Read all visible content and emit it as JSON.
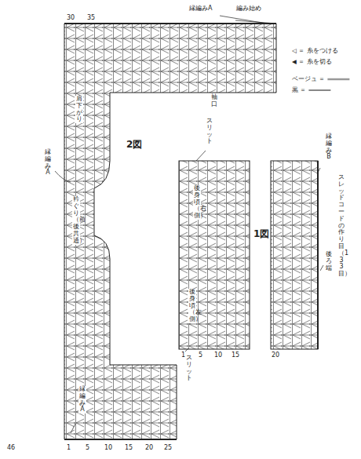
{
  "diagram": {
    "labels": [
      "46",
      "2図",
      "1図",
      "後身頃（右側）",
      "後身頃（左側）",
      "衿ぐり（前後共通）",
      "肩下がり",
      "袖口",
      "縁編みA",
      "縁編みA",
      "縁編みB",
      "スリット",
      "スリット",
      "後ろ端",
      "スレッドコードの作り目（133目）",
      "編み始め",
      "縁編みA",
      "1",
      "5",
      "10",
      "15",
      "20",
      "25",
      "30",
      "35",
      "1",
      "5",
      "10",
      "15",
      "20"
    ],
    "legend": [
      {
        "text": "◁ ＝ 糸をつける"
      },
      {
        "text": "◀ ＝ 糸を切る"
      },
      {
        "text": "ベージュ ＝"
      },
      {
        "text": "黒 ＝"
      }
    ]
  }
}
